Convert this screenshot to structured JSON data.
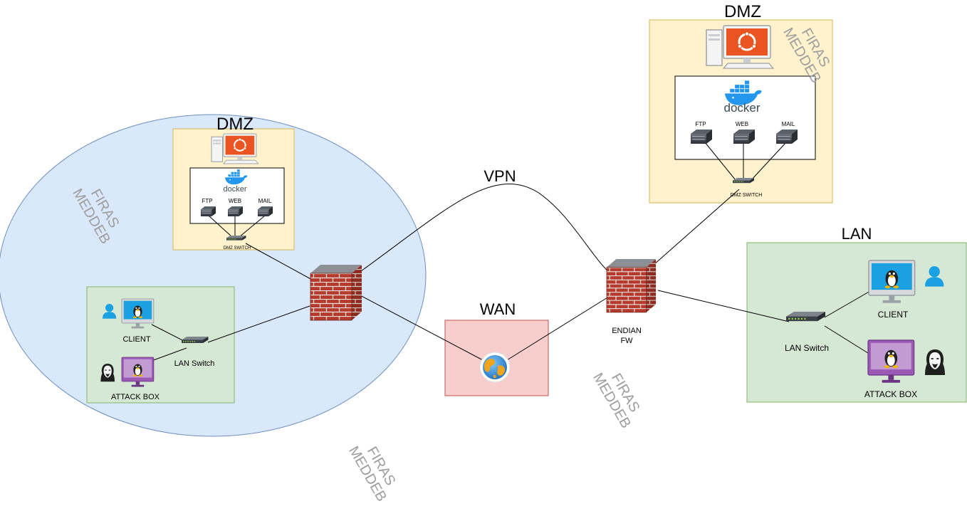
{
  "zones": {
    "left_dmz": "DMZ",
    "right_dmz": "DMZ",
    "wan": "WAN",
    "right_lan": "LAN"
  },
  "links": {
    "vpn": "VPN"
  },
  "firewall": {
    "label_line1": "ENDIAN",
    "label_line2": "FW"
  },
  "dmz": {
    "docker_word": "docker",
    "servers": [
      "FTP",
      "WEB",
      "MAIL"
    ],
    "switch": "DMZ SWITCH"
  },
  "lan": {
    "client": "CLIENT",
    "attack": "ATTACK BOX",
    "switch": "LAN Switch"
  },
  "watermark": {
    "line1": "FIRAS",
    "line2": "MEDDEB"
  },
  "colors": {
    "site_bubble": "#dae8fc",
    "dmz_fill": "#fff2cc",
    "lan_fill": "#d5e8d4",
    "wan_fill": "#f8cecc",
    "firewall_brick": "#b03a2e",
    "ubuntu": "#e95420",
    "docker": "#2396ed",
    "person": "#1ba1e2",
    "attack_monitor": "#9b59b6",
    "watermark": "#9e9e9e"
  },
  "icons": [
    "firewall-icon",
    "globe-icon",
    "ubuntu-desktop-icon",
    "docker-logo-icon",
    "server-icon",
    "switch-icon",
    "linux-monitor-icon",
    "user-icon",
    "hacker-icon"
  ]
}
